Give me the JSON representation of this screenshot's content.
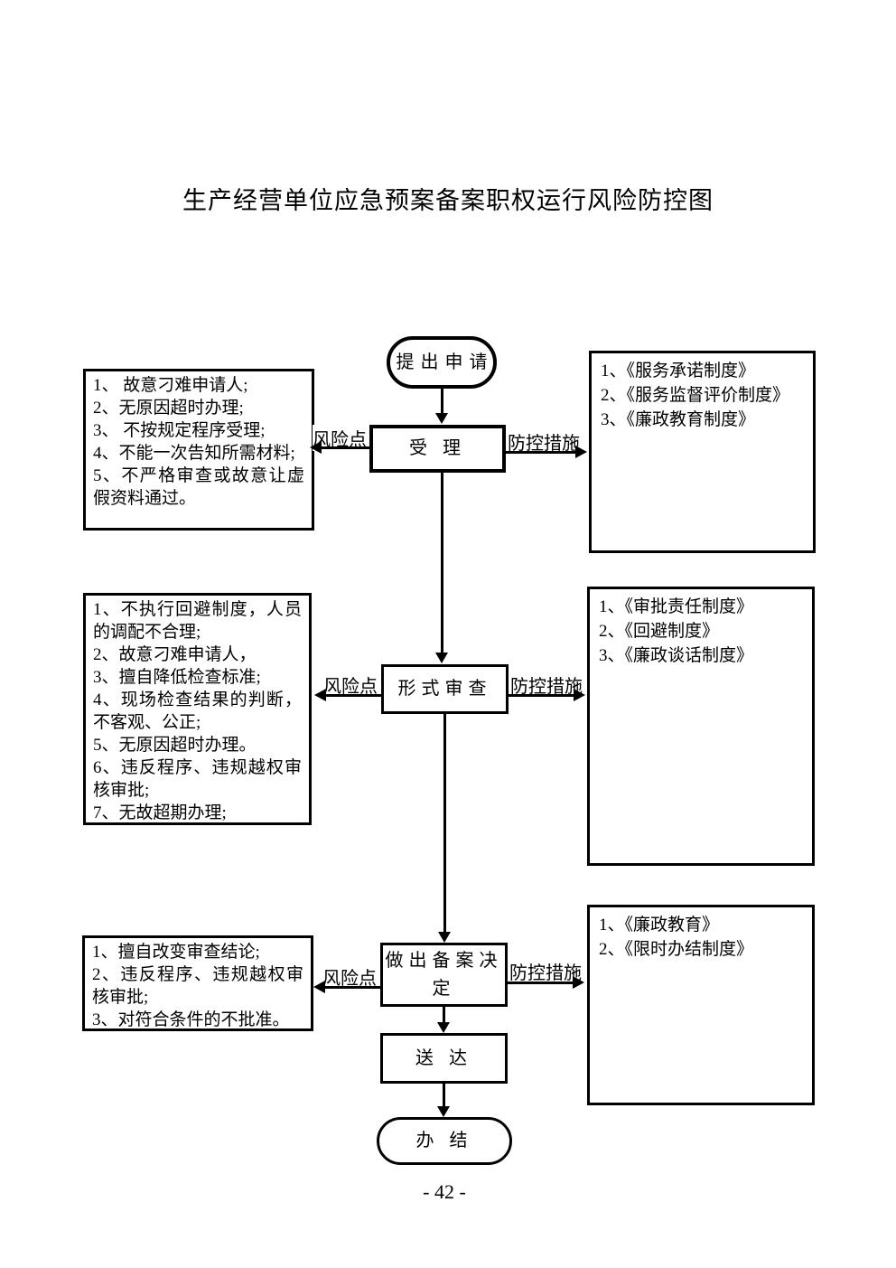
{
  "page": {
    "title": "生产经营单位应急预案备案职权运行风险防控图",
    "page_number": "- 42 -"
  },
  "labels": {
    "risk_point": "风险点",
    "control_measure": "防控措施"
  },
  "nodes": {
    "start": "提出申请",
    "accept": "受 理",
    "review": "形式审查",
    "decision": "做出备案决\n定",
    "deliver": "送  达",
    "end": "办  结"
  },
  "risk_boxes": [
    {
      "items": [
        "1、 故意刁难申请人;",
        "2、无原因超时办理;",
        "3、 不按规定程序受理;",
        "4、不能一次告知所需材料;",
        "5、不严格审查或故意让虚假资料通过。"
      ]
    },
    {
      "items": [
        "1、不执行回避制度，人员的调配不合理;",
        "2、故意刁难申请人，",
        "3、擅自降低检查标准;",
        "4、现场检查结果的判断，不客观、公正;",
        "5、无原因超时办理。",
        "6、违反程序、违规越权审核审批;",
        "7、无故超期办理;"
      ]
    },
    {
      "items": [
        "1、擅自改变审查结论;",
        "2、违反程序、违规越权审核审批;",
        "3、对符合条件的不批准。"
      ]
    }
  ],
  "measure_boxes": [
    {
      "items": [
        "1、《服务承诺制度》",
        "2、《服务监督评价制度》",
        "3、《廉政教育制度》"
      ]
    },
    {
      "items": [
        "1、《审批责任制度》",
        "2、《回避制度》",
        "3、《廉政谈话制度》"
      ]
    },
    {
      "items": [
        "1、《廉政教育》",
        "2、《限时办结制度》"
      ]
    }
  ]
}
